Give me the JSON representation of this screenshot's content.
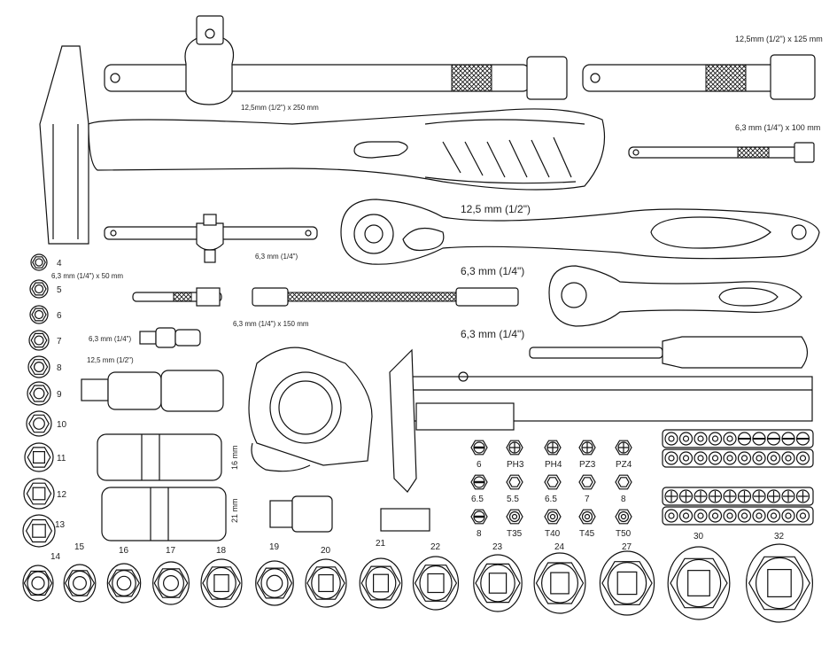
{
  "labels": {
    "ext_250": "12,5mm (1/2\") x 250 mm",
    "ext_125": "12,5mm (1/2\") x 125 mm",
    "ext_100": "6,3 mm (1/4\") x 100 mm",
    "ratchet_half": "12,5 mm (1/2\")",
    "tbar_quarter": "6,3 mm (1/4\")",
    "ratchet_quarter": "6,3 mm (1/4\")",
    "ext_50": "6,3 mm (1/4\") x 50 mm",
    "flex_150": "6,3 mm (1/4\") x 150 mm",
    "screwdriver_quarter": "6,3 mm (1/4\")",
    "ujoint_quarter": "6,3 mm (1/4\")",
    "ujoint_half": "12,5 mm (1/2\")",
    "deep_16": "16 mm",
    "deep_21": "21 mm"
  },
  "left_sockets": [
    "4",
    "5",
    "6",
    "7",
    "8",
    "9",
    "10",
    "11",
    "12",
    "13"
  ],
  "bottom_sockets": [
    "14",
    "15",
    "16",
    "17",
    "18",
    "19",
    "20",
    "21",
    "22",
    "23",
    "24",
    "27",
    "30",
    "32"
  ],
  "bits": [
    {
      "label": "6",
      "type": "slot"
    },
    {
      "label": "PH3",
      "type": "cross"
    },
    {
      "label": "PH4",
      "type": "cross"
    },
    {
      "label": "PZ3",
      "type": "cross"
    },
    {
      "label": "PZ4",
      "type": "cross"
    },
    {
      "label": "6.5",
      "type": "slot"
    },
    {
      "label": "5.5",
      "type": "hex"
    },
    {
      "label": "6.5",
      "type": "hex"
    },
    {
      "label": "7",
      "type": "hex"
    },
    {
      "label": "8",
      "type": "hex"
    },
    {
      "label": "8",
      "type": "slot"
    },
    {
      "label": "T35",
      "type": "torx"
    },
    {
      "label": "T40",
      "type": "torx"
    },
    {
      "label": "T45",
      "type": "torx"
    },
    {
      "label": "T50",
      "type": "torx"
    }
  ]
}
